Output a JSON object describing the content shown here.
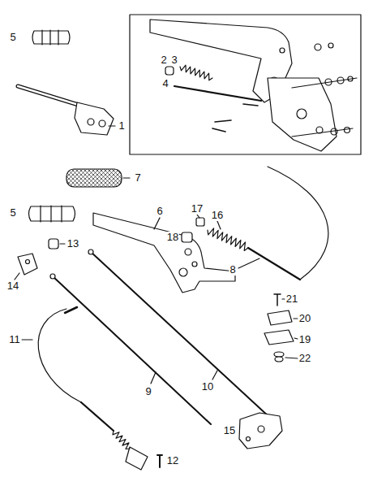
{
  "diagram": {
    "labels": [
      "5",
      "2",
      "3",
      "4",
      "1",
      "7",
      "18",
      "17",
      "16",
      "6",
      "8",
      "5",
      "13",
      "14",
      "21",
      "20",
      "19",
      "22",
      "11",
      "9",
      "10",
      "12",
      "15"
    ]
  }
}
